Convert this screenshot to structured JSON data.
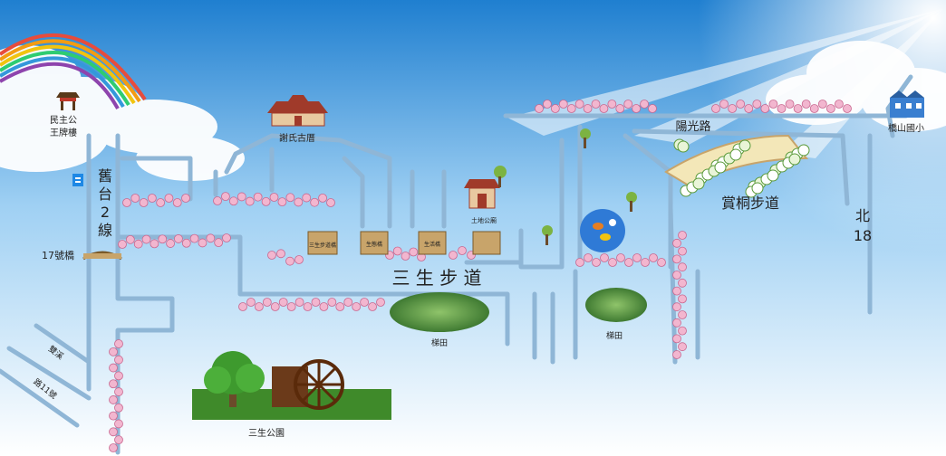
{
  "map": {
    "labels": {
      "minzhu_temple": [
        "民主公",
        "王牌樓"
      ],
      "xie_ancestral_hall": "謝氏古厝",
      "yangguang_road": "陽光路",
      "qiaoshan_school": "橋山國小",
      "shang_tong_trail": "賞桐步道",
      "north_18": [
        "北",
        "18"
      ],
      "provincial_road_2": [
        "舊",
        "台",
        "2",
        "線"
      ],
      "bridge_17": "17號橋",
      "sansheng_trail": "三 生 步 道",
      "land_god_temple": "土地公廟",
      "terrace_field_1": "梯田",
      "terrace_field_2": "梯田",
      "sansheng_park": "三生公園",
      "road_side_upper": "雙溪",
      "road_side_lower": "路11號",
      "bridge_a": "三生步道橋",
      "bridge_b": "生態橋",
      "bridge_c": "生活橋"
    },
    "colors": {
      "sky_top": "#1f7fd0",
      "sky_bottom": "#ffffff",
      "road_outline": "#8fb6d6",
      "blossom": "#f2b6cf",
      "blossom_dark": "#c9678f",
      "trail_green": "#2a8a3a",
      "tung_pink": "#d040a0",
      "temple_red": "#c0392b",
      "school_blue": "#3a7fd0",
      "bridge_wood": "#c8a46a"
    },
    "icons": {
      "rainbow": "rainbow-icon",
      "arch": "pailou-arch-icon",
      "ancestral_hall": "ancestral-hall-icon",
      "school": "school-building-icon",
      "land_god_temple": "land-god-temple-icon",
      "pond": "koi-pond-icon",
      "waterwheel": "waterwheel-icon",
      "tree": "tree-icon",
      "bus_stop": "bus-stop-icon"
    }
  }
}
